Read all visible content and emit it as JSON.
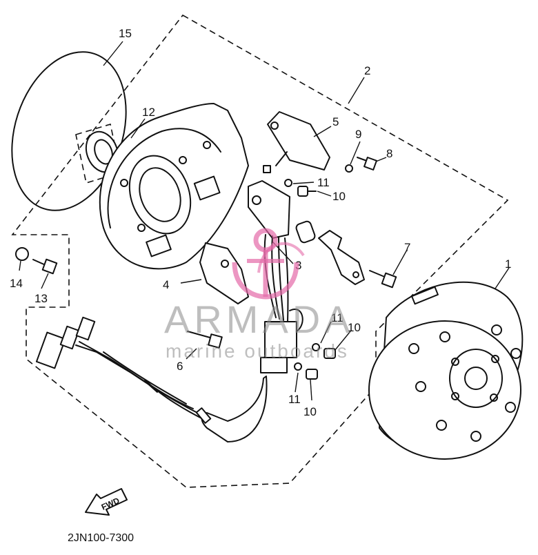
{
  "diagram": {
    "part_code": "2JN100-7300",
    "fwd_label": "FWD",
    "callouts": [
      "1",
      "2",
      "3",
      "4",
      "5",
      "6",
      "7",
      "8",
      "9",
      "10",
      "10",
      "10",
      "11",
      "11",
      "11",
      "12",
      "13",
      "14",
      "15"
    ]
  },
  "watermark": {
    "brand": "ARMADA",
    "tagline": "marine outboards",
    "accent_color": "#e46aa8",
    "text_color": "#8a8a8a"
  }
}
